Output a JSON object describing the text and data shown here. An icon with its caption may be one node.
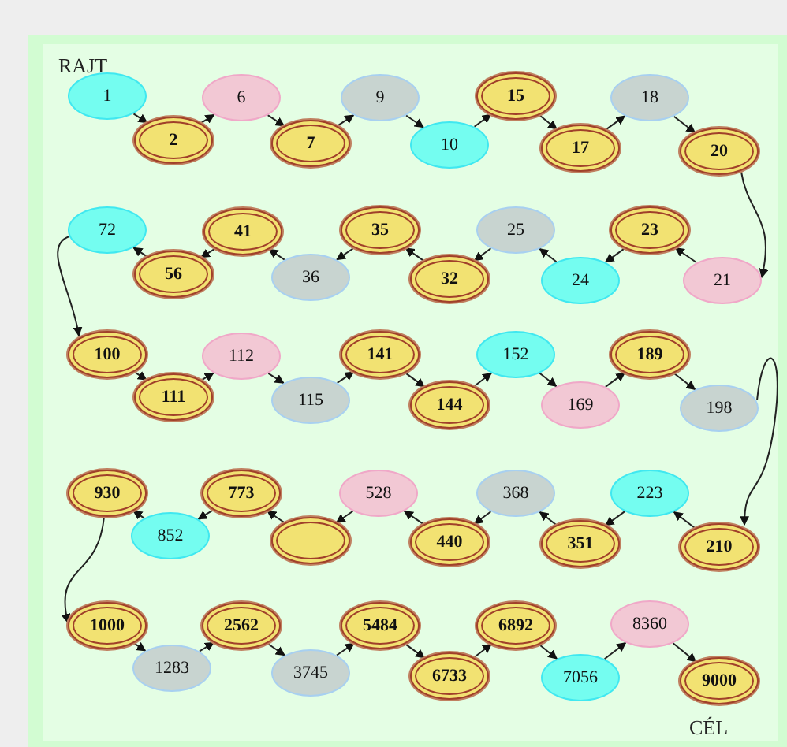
{
  "diagram": {
    "nodes": [
      {
        "text": [
          "1"
        ]
      },
      {
        "text": [
          "2"
        ]
      },
      {
        "text": [
          "6"
        ]
      },
      {
        "text": [
          "7"
        ]
      },
      {
        "text": [
          "9"
        ]
      },
      {
        "text": [
          "10"
        ]
      },
      {
        "text": [
          "15"
        ]
      },
      {
        "text": [
          "17"
        ]
      },
      {
        "text": [
          "18"
        ]
      },
      {
        "text": [
          "20"
        ]
      },
      {
        "text": [
          "21"
        ]
      },
      {
        "text": [
          "23"
        ]
      },
      {
        "text": [
          "24"
        ]
      },
      {
        "text": [
          "25"
        ]
      },
      {
        "text": [
          "32"
        ]
      },
      {
        "text": [
          "35"
        ]
      },
      {
        "text": [
          "36"
        ]
      },
      {
        "text": [
          "41"
        ]
      },
      {
        "text": [
          "56"
        ]
      },
      {
        "text": [
          "72"
        ]
      },
      {
        "text": [
          "100"
        ]
      },
      {
        "text": [
          "111"
        ]
      },
      {
        "text": [
          "112"
        ]
      },
      {
        "text": [
          "115"
        ]
      },
      {
        "text": [
          "141"
        ]
      },
      {
        "text": [
          "144"
        ]
      },
      {
        "text": [
          "152"
        ]
      },
      {
        "text": [
          "169"
        ]
      },
      {
        "text": [
          "189"
        ]
      },
      {
        "text": [
          "198"
        ]
      },
      {
        "text": [
          "210"
        ]
      },
      {
        "text": [
          "223"
        ]
      },
      {
        "text": [
          "351"
        ]
      },
      {
        "text": [
          "368"
        ]
      },
      {
        "text": [
          "440"
        ]
      },
      {
        "text": [
          "528"
        ]
      },
      {
        "text": [],
        "shape": "ellipse"
      },
      {
        "text": [
          "773"
        ]
      },
      {
        "text": [
          "852"
        ]
      },
      {
        "text": [
          "930"
        ]
      },
      {
        "text": [
          "1000"
        ]
      },
      {
        "text": [
          "1283"
        ]
      },
      {
        "text": [
          "2562"
        ]
      },
      {
        "text": [
          "3745"
        ]
      },
      {
        "text": [
          "5484"
        ]
      },
      {
        "text": [
          "6733"
        ]
      },
      {
        "text": [
          "6892"
        ]
      },
      {
        "text": [
          "7056"
        ]
      },
      {
        "text": [
          "8360"
        ]
      },
      {
        "text": [
          "9000"
        ]
      }
    ],
    "edges": [
      {
        "from": 0,
        "to": 1,
        "arrow": "to"
      },
      {
        "from": 1,
        "to": 2,
        "arrow": "to"
      },
      {
        "from": 2,
        "to": 3,
        "arrow": "to"
      },
      {
        "from": 3,
        "to": 4,
        "arrow": "to"
      },
      {
        "from": 4,
        "to": 5,
        "arrow": "to"
      },
      {
        "from": 5,
        "to": 6,
        "arrow": "to"
      },
      {
        "from": 6,
        "to": 7,
        "arrow": "to"
      },
      {
        "from": 7,
        "to": 8,
        "arrow": "to"
      },
      {
        "from": 8,
        "to": 9,
        "arrow": "to"
      },
      {
        "from": 9,
        "to": 10,
        "arrow": "to"
      },
      {
        "from": 10,
        "to": 11,
        "arrow": "to"
      },
      {
        "from": 11,
        "to": 12,
        "arrow": "to"
      },
      {
        "from": 12,
        "to": 13,
        "arrow": "to"
      },
      {
        "from": 13,
        "to": 14,
        "arrow": "to"
      },
      {
        "from": 14,
        "to": 15,
        "arrow": "to"
      },
      {
        "from": 15,
        "to": 16,
        "arrow": "to"
      },
      {
        "from": 16,
        "to": 17,
        "arrow": "to"
      },
      {
        "from": 17,
        "to": 18,
        "arrow": "to"
      },
      {
        "from": 18,
        "to": 19,
        "arrow": "to"
      },
      {
        "from": 19,
        "to": 20,
        "arrow": "to"
      },
      {
        "from": 20,
        "to": 21,
        "arrow": "to"
      },
      {
        "from": 21,
        "to": 22,
        "arrow": "to"
      },
      {
        "from": 22,
        "to": 23,
        "arrow": "to"
      },
      {
        "from": 23,
        "to": 24,
        "arrow": "to"
      },
      {
        "from": 24,
        "to": 25,
        "arrow": "to"
      },
      {
        "from": 25,
        "to": 26,
        "arrow": "to"
      },
      {
        "from": 26,
        "to": 27,
        "arrow": "to"
      },
      {
        "from": 27,
        "to": 28,
        "arrow": "to"
      },
      {
        "from": 28,
        "to": 29,
        "arrow": "to"
      },
      {
        "from": 29,
        "to": 30,
        "arrow": "to"
      },
      {
        "from": 30,
        "to": 31,
        "arrow": "to"
      },
      {
        "from": 31,
        "to": 32,
        "arrow": "to"
      },
      {
        "from": 32,
        "to": 33,
        "arrow": "to"
      },
      {
        "from": 33,
        "to": 34,
        "arrow": "to"
      },
      {
        "from": 34,
        "to": 35,
        "arrow": "to"
      },
      {
        "from": 35,
        "to": 36,
        "arrow": "to"
      },
      {
        "from": 36,
        "to": 37,
        "arrow": "to"
      },
      {
        "from": 37,
        "to": 38,
        "arrow": "to"
      },
      {
        "from": 38,
        "to": 39,
        "arrow": "to"
      },
      {
        "from": 39,
        "to": 40,
        "arrow": "to"
      },
      {
        "from": 40,
        "to": 41,
        "arrow": "to"
      },
      {
        "from": 41,
        "to": 42,
        "arrow": "to"
      },
      {
        "from": 42,
        "to": 43,
        "arrow": "to"
      },
      {
        "from": 43,
        "to": 44,
        "arrow": "to"
      },
      {
        "from": 44,
        "to": 45,
        "arrow": "to"
      },
      {
        "from": 45,
        "to": 46,
        "arrow": "to"
      },
      {
        "from": 46,
        "to": 47,
        "arrow": "to"
      },
      {
        "from": 47,
        "to": 48,
        "arrow": "to"
      },
      {
        "from": 48,
        "to": 49,
        "arrow": "to"
      }
    ],
    "labels": [
      "RAJT",
      "CÉL"
    ]
  }
}
